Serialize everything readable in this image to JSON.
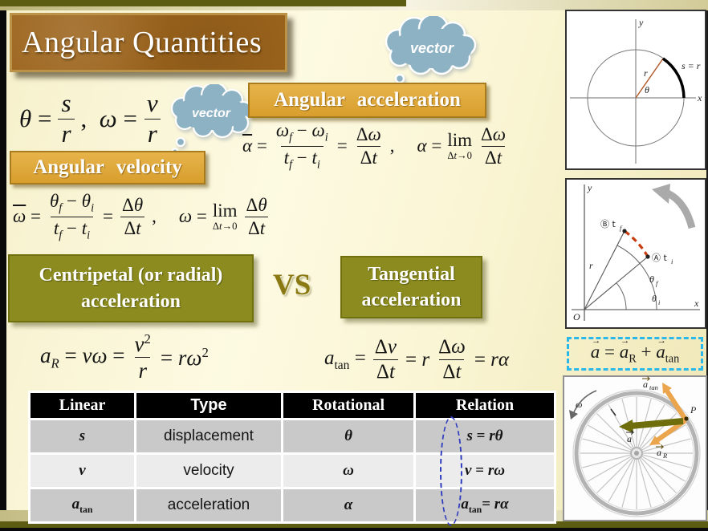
{
  "title": "Angular Quantities",
  "cloud": {
    "label": "vector"
  },
  "boxes": {
    "angular_acceleration": "Angular acceleration",
    "angular_velocity": "Angular velocity",
    "centripetal_line1": "Centripetal (or radial)",
    "centripetal_line2": "acceleration",
    "vs": "VS",
    "tangential_line1": "Tangential",
    "tangential_line2": "acceleration"
  },
  "formulas": {
    "defs": {
      "lhs": "<i>θ</i> =",
      "f1_num": "<i>s</i>",
      "f1_den": "<i>r</i>",
      "mid": ",&nbsp; <i>ω</i> =",
      "f2_num": "<i>v</i>",
      "f2_den": "<i>r</i>"
    },
    "avg_velocity": {
      "lhs": "<span class='bar'><i>ω</i></span> =",
      "fa_num": "<i>θ<sub>f</sub></i> − <i>θ<sub>i</sub></i>",
      "fa_den": "<i>t<sub>f</sub></i> − <i>t<sub>i</sub></i>",
      "eq": "=",
      "fb_num": "Δ<i>θ</i>",
      "fb_den": "Δ<i>t</i>",
      "comma": ",",
      "inst_lhs": "<i>ω</i> =",
      "lim": "lim",
      "lim_sub": "Δ<i>t</i>→0",
      "fc_num": "Δ<i>θ</i>",
      "fc_den": "Δ<i>t</i>"
    },
    "avg_acceleration": {
      "lhs": "<span class='bar'><i>α</i></span> =",
      "fa_num": "<i>ω<sub>f</sub></i> − <i>ω<sub>i</sub></i>",
      "fa_den": "<i>t<sub>f</sub></i> − <i>t<sub>i</sub></i>",
      "eq": "=",
      "fb_num": "Δ<i>ω</i>",
      "fb_den": "Δ<i>t</i>",
      "comma": ",",
      "inst_lhs": "<i>α</i> =",
      "lim": "lim",
      "lim_sub": "Δ<i>t</i>→0",
      "fc_num": "Δ<i>ω</i>",
      "fc_den": "Δ<i>t</i>"
    },
    "radial": {
      "lhs": "<i>a<sub>R</sub></i> = <i>vω</i> =",
      "num": "<i>v</i><sup>2</sup>",
      "den": "<i>r</i>",
      "rhs": "= <i>rω</i><sup>2</sup>"
    },
    "tangential": {
      "lhs": "<i>a</i><sub>tan</sub> =",
      "fa_num": "Δ<i>v</i>",
      "fa_den": "Δ<i>t</i>",
      "mid": "= <i>r</i>",
      "fb_num": "Δ<i>ω</i>",
      "fb_den": "Δ<i>t</i>",
      "rhs": "= <i>rα</i>"
    },
    "total_acceleration": "<span class='vec'>a</span> = <span class='vec'>a</span><sub>R</sub> + <span class='vec'>a</span><sub>tan</sub>"
  },
  "table": {
    "headers": [
      "Linear",
      "Type",
      "Rotational",
      "Relation"
    ],
    "rows": [
      {
        "linear": "<i>s</i>",
        "type": "displacement",
        "rotational": "<i>θ</i>",
        "relation": "<i>s</i> = <i>rθ</i>"
      },
      {
        "linear": "<i>v</i>",
        "type": "velocity",
        "rotational": "<i>ω</i>",
        "relation": "<i>v</i> = <i>rω</i>"
      },
      {
        "linear": "<i>a</i><sub>tan</sub>",
        "type": "acceleration",
        "rotational": "<i>α</i>",
        "relation": "<i>a</i><sub>tan</sub>= <i>rα</i>"
      }
    ]
  },
  "diagrams": {
    "unit_circle": {
      "x": "x",
      "y": "y",
      "r": "r",
      "theta": "θ",
      "arc_label": "s = r"
    },
    "angle_diagram": {
      "x": "x",
      "y": "y",
      "origin": "O",
      "r": "r",
      "point_b": "Ⓑ t",
      "point_b_sub": "f",
      "point_a": "Ⓐ t",
      "point_a_sub": "i",
      "theta_f": "θ",
      "theta_f_sub": "f",
      "theta_i": "θ",
      "theta_i_sub": "i"
    },
    "wheel": {
      "omega": "ω",
      "p": "P",
      "a_tan": "a",
      "a_tan_sub": "tan",
      "a_r": "a",
      "a_r_sub": "R",
      "a": "a"
    }
  },
  "colors": {
    "title_brown": "#9c641c",
    "gold": "#dfa93c",
    "olive_box": "#8b8b1f",
    "linear_blue": "#1b1bcf",
    "rotational_green": "#23a34c",
    "relation_red": "#b50d0d",
    "cloud_blue": "#8db2c3",
    "annotation_blue": "#2d3bbd",
    "highlight_cyan": "#2ab7ea",
    "arrow_orange": "#eaa54d",
    "arrow_olive": "#6e6e0d"
  }
}
